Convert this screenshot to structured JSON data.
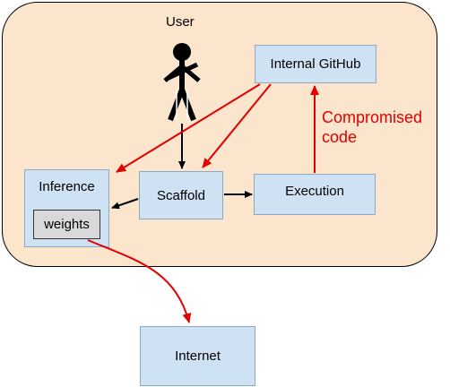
{
  "user": {
    "label": "User"
  },
  "nodes": {
    "github": "Internal GitHub",
    "inference": "Inference",
    "weights": "weights",
    "scaffold": "Scaffold",
    "execution": "Execution",
    "internet": "Internet"
  },
  "annotation": {
    "line1": "Compromised",
    "line2": "code"
  },
  "colors": {
    "region_fill": "#fce5cd",
    "node_fill": "#cfe2f3",
    "weights_fill": "#d9d9d9",
    "red_arrow": "#e00000"
  }
}
